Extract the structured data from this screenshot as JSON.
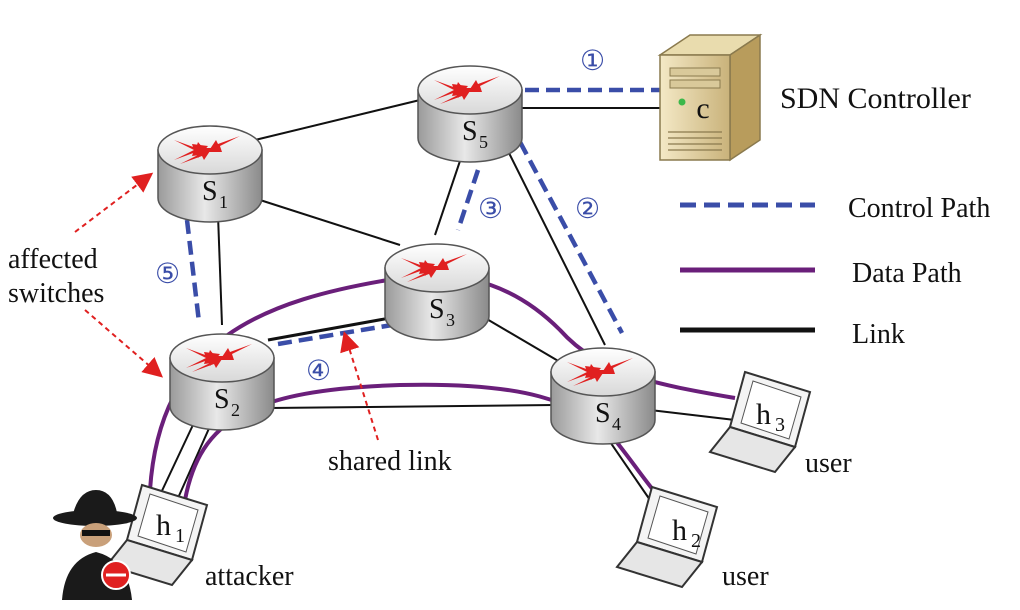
{
  "controller": {
    "label": "SDN Controller",
    "letter": "c"
  },
  "switches": [
    {
      "id": "s1",
      "letter": "S",
      "sub": "1"
    },
    {
      "id": "s2",
      "letter": "S",
      "sub": "2"
    },
    {
      "id": "s3",
      "letter": "S",
      "sub": "3"
    },
    {
      "id": "s4",
      "letter": "S",
      "sub": "4"
    },
    {
      "id": "s5",
      "letter": "S",
      "sub": "5"
    }
  ],
  "hosts": [
    {
      "id": "h1",
      "letter": "h",
      "sub": "1",
      "role": "attacker"
    },
    {
      "id": "h2",
      "letter": "h",
      "sub": "2",
      "role": "user"
    },
    {
      "id": "h3",
      "letter": "h",
      "sub": "3",
      "role": "user"
    }
  ],
  "control_path_numbers": [
    "①",
    "②",
    "③",
    "④",
    "⑤"
  ],
  "legend": {
    "control_path": "Control Path",
    "data_path": "Data Path",
    "link": "Link"
  },
  "annotations": {
    "affected_line1": "affected",
    "affected_line2": "switches",
    "shared_link": "shared link"
  },
  "colors": {
    "control_path": "#3a4da8",
    "data_path": "#6a1f7a",
    "link": "#111111",
    "annotation_arrow": "#e02020",
    "router_arrow": "#e02020"
  }
}
